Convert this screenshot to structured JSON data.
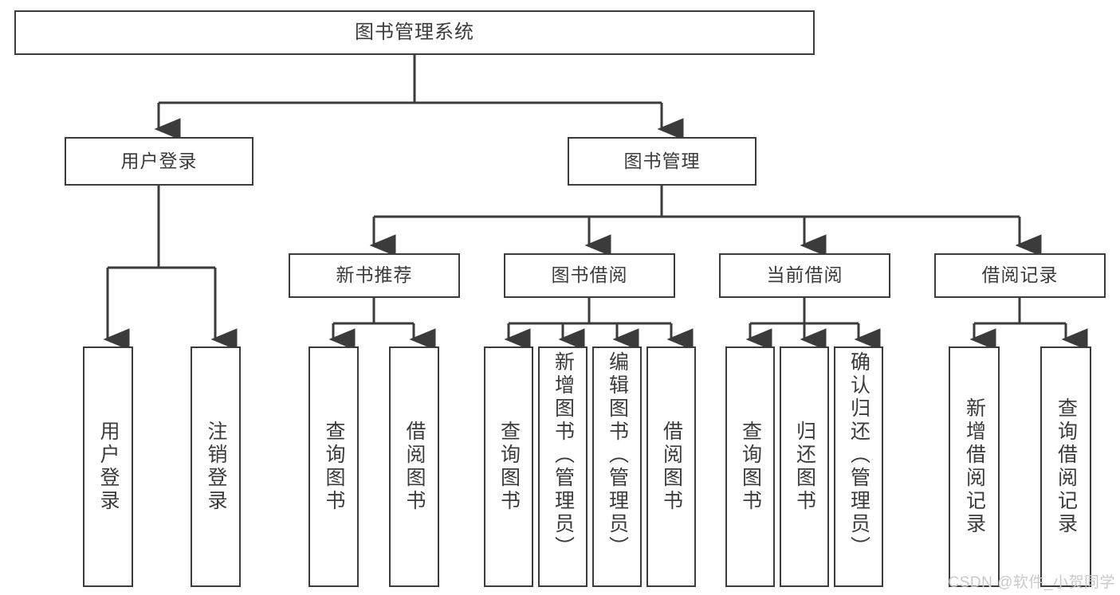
{
  "diagram": {
    "title": "图书管理系统",
    "type": "tree",
    "watermark": "CSDN @软件_小贺同学",
    "colors": {
      "stroke": "#3b3b3b",
      "fill": "#ffffff",
      "text": "#3b3b3b",
      "watermark": "#c9c9c9"
    },
    "nodes": {
      "root": {
        "label": "图书管理系统"
      },
      "level1": [
        {
          "id": "user-login",
          "label": "用户登录"
        },
        {
          "id": "book-manage",
          "label": "图书管理"
        }
      ],
      "level2": [
        {
          "id": "new-book-rec",
          "label": "新书推荐"
        },
        {
          "id": "book-borrow",
          "label": "图书借阅"
        },
        {
          "id": "current-borrow",
          "label": "当前借阅"
        },
        {
          "id": "borrow-record",
          "label": "借阅记录"
        }
      ],
      "leaves": {
        "user_login": [
          {
            "id": "leaf-user-login",
            "label": "用户登录"
          },
          {
            "id": "leaf-logout",
            "label": "注销登录"
          }
        ],
        "new_book_rec": [
          {
            "id": "leaf-query-book-1",
            "label": "查询图书"
          },
          {
            "id": "leaf-borrow-book-1",
            "label": "借阅图书"
          }
        ],
        "book_borrow": [
          {
            "id": "leaf-query-book-2",
            "label": "查询图书"
          },
          {
            "id": "leaf-add-book",
            "label": "新增图书（管理员）"
          },
          {
            "id": "leaf-edit-book",
            "label": "编辑图书（管理员）"
          },
          {
            "id": "leaf-borrow-book-2",
            "label": "借阅图书"
          }
        ],
        "current_borrow": [
          {
            "id": "leaf-query-book-3",
            "label": "查询图书"
          },
          {
            "id": "leaf-return-book",
            "label": "归还图书"
          },
          {
            "id": "leaf-confirm-return",
            "label": "确认归还（管理员）"
          }
        ],
        "borrow_record": [
          {
            "id": "leaf-add-record",
            "label": "新增借阅记录"
          },
          {
            "id": "leaf-query-record",
            "label": "查询借阅记录"
          }
        ]
      }
    }
  }
}
